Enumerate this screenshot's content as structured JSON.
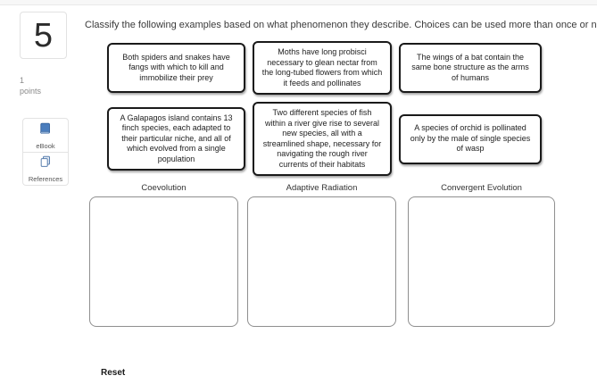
{
  "question": {
    "number": "5",
    "points_value": "1",
    "points_label": "points",
    "prompt": "Classify the following examples based on what phenomenon they describe. Choices can be used more than once or not at a"
  },
  "sidebar": {
    "tools": [
      {
        "label": "eBook",
        "icon": "ebook-icon"
      },
      {
        "label": "References",
        "icon": "references-icon"
      }
    ]
  },
  "choices": [
    {
      "text": "Both spiders and snakes have fangs with which to kill and immobilize their prey"
    },
    {
      "text": "Moths have long probisci necessary to glean nectar from the long-tubed flowers from which it feeds and pollinates"
    },
    {
      "text": "The wings of a bat contain the same bone structure as the arms of humans"
    },
    {
      "text": "A Galapagos island contains 13 finch species, each adapted to their particular niche, and all of which evolved from a single population"
    },
    {
      "text": "Two different species of fish within a river give rise to several new species, all with a streamlined shape, necessary for navigating the rough river currents of their habitats"
    },
    {
      "text": "A species of orchid is pollinated only by the male of single species of wasp"
    }
  ],
  "categories": [
    {
      "label": "Coevolution"
    },
    {
      "label": "Adaptive Radiation"
    },
    {
      "label": "Convergent Evolution"
    }
  ],
  "actions": {
    "reset_label": "Reset"
  },
  "colors": {
    "accent-blue": "#4a7dbd",
    "accent-blue-dark": "#33619c",
    "card-border": "#1a1a1a",
    "zone-border": "#8f8f8f"
  }
}
